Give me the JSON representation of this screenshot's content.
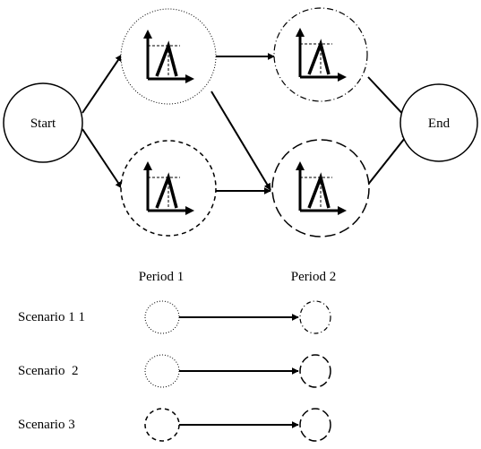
{
  "flowchart": {
    "start_label": "Start",
    "end_label": "End"
  },
  "legend": {
    "period_1": "Period 1",
    "period_2": "Period 2",
    "rows": [
      {
        "label": "Scenario 1 1"
      },
      {
        "label": "Scenario  2"
      },
      {
        "label": "Scenario 3"
      }
    ]
  }
}
